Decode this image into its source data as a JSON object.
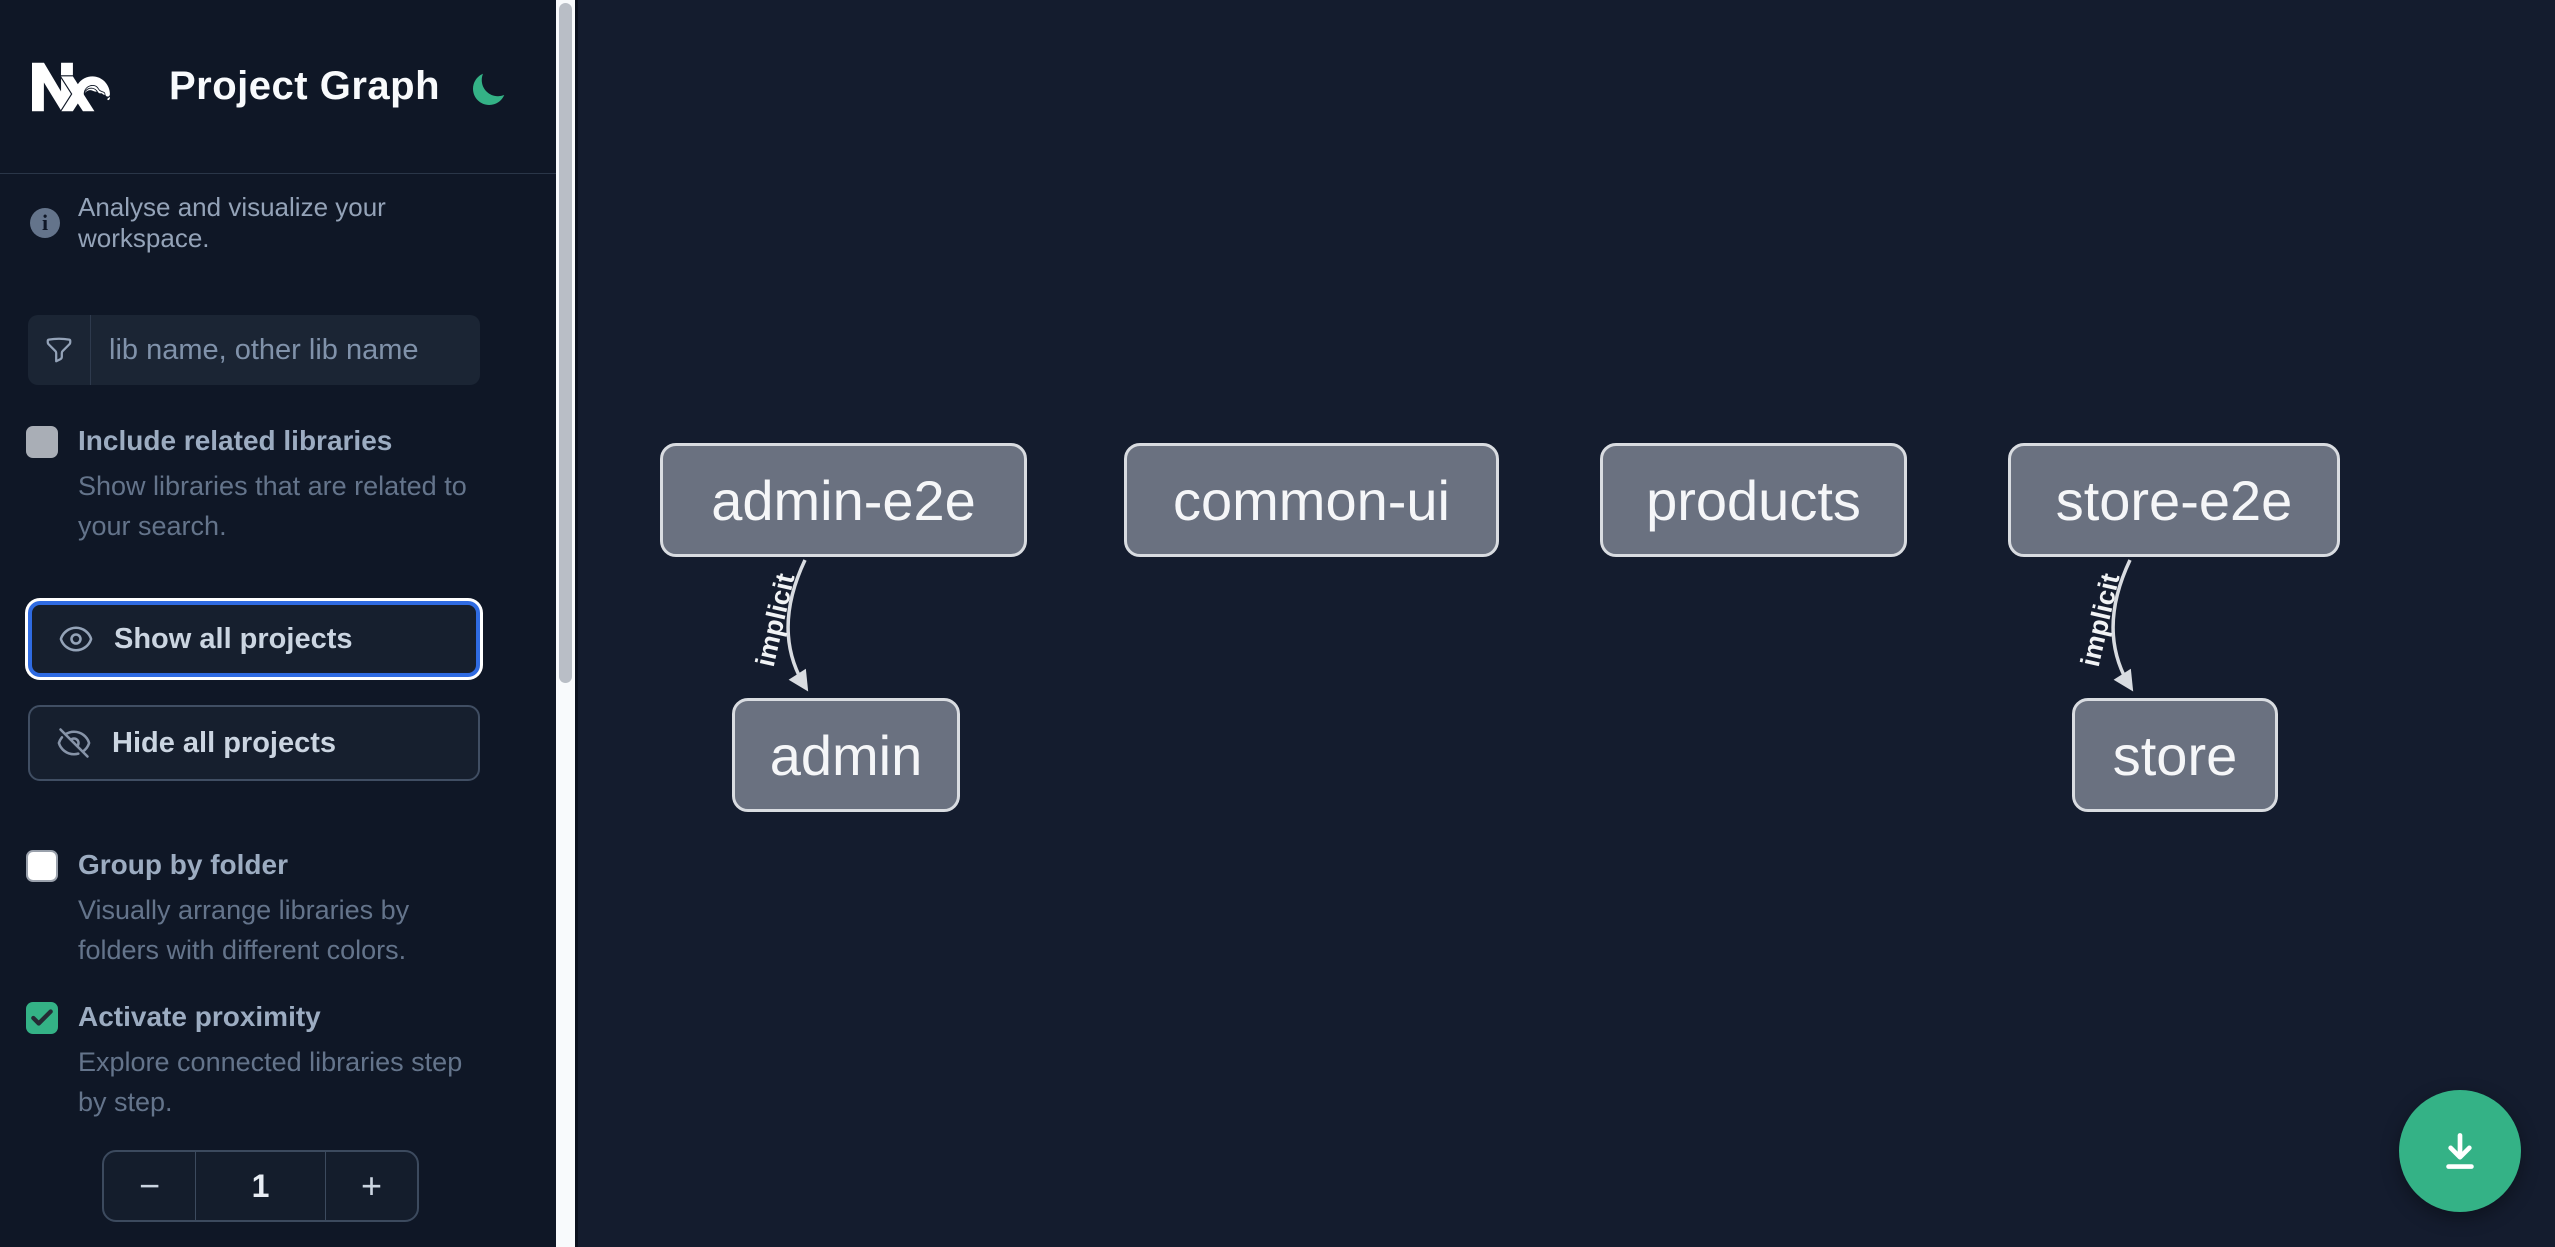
{
  "header": {
    "app_title": "Project Graph",
    "logo_icon": "nx-logo",
    "theme_icon": "moon-icon",
    "accent_color": "#34b286"
  },
  "sidebar": {
    "tagline": "Analyse and visualize your workspace.",
    "info_icon": "info-icon",
    "search": {
      "icon": "filter-funnel-icon",
      "placeholder": "lib name, other lib name",
      "value": ""
    },
    "include_related": {
      "label": "Include related libraries",
      "description": "Show libraries that are related to your search.",
      "checked": false
    },
    "show_all_label": "Show all projects",
    "show_all_icon": "eye-icon",
    "show_all_focused": true,
    "hide_all_label": "Hide all projects",
    "hide_all_icon": "eye-slash-icon",
    "group_by_folder": {
      "label": "Group by folder",
      "description": "Visually arrange libraries by folders with different colors.",
      "checked": false
    },
    "activate_proximity": {
      "label": "Activate proximity",
      "description": "Explore connected libraries step by step.",
      "checked": true
    },
    "proximity_stepper": {
      "decrement_label": "−",
      "value": "1",
      "increment_label": "+"
    }
  },
  "graph": {
    "nodes": [
      {
        "id": "admin-e2e",
        "label": "admin-e2e"
      },
      {
        "id": "common-ui",
        "label": "common-ui"
      },
      {
        "id": "products",
        "label": "products"
      },
      {
        "id": "store-e2e",
        "label": "store-e2e"
      },
      {
        "id": "admin",
        "label": "admin"
      },
      {
        "id": "store",
        "label": "store"
      }
    ],
    "edges": [
      {
        "source": "admin-e2e",
        "target": "admin",
        "label": "implicit",
        "type": "implicit"
      },
      {
        "source": "store-e2e",
        "target": "store",
        "label": "implicit",
        "type": "implicit"
      }
    ]
  },
  "fab": {
    "icon": "download-icon"
  },
  "colors": {
    "sidebar_bg": "#0f1726",
    "canvas_bg": "#141c2e",
    "accent_green": "#34b286",
    "focus_blue": "#2f6be2",
    "node_fill": "#6a7180",
    "node_border": "#d9dce1",
    "edge_stroke": "#d9dce1"
  }
}
